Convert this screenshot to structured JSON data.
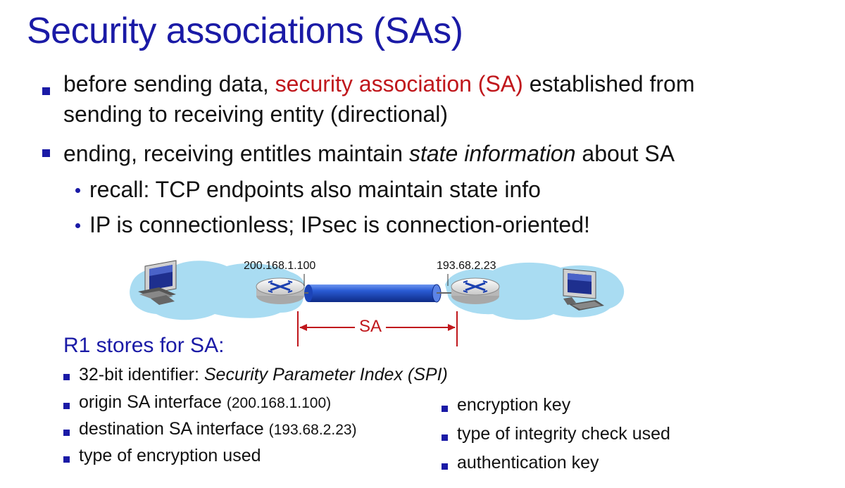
{
  "title": "Security associations (SAs)",
  "bullets": [
    {
      "pre": "before sending data, ",
      "highlight": "security association (SA)",
      "post": " established from",
      "line2": "sending to receiving entity  (directional)"
    },
    {
      "pre": "ending, receiving entitles maintain ",
      "italic": "state information",
      "post": " about SA"
    }
  ],
  "sub_bullets": [
    "recall: TCP endpoints also maintain state info",
    "IP is connectionless; IPsec is connection-oriented!"
  ],
  "diagram": {
    "left_ip": "200.168.1.100",
    "right_ip": "193.68.2.23",
    "sa_label": "SA"
  },
  "stores": {
    "title": "R1 stores for SA:",
    "left_items": [
      {
        "text": "32-bit identifier: ",
        "italic": "Security Parameter Index (SPI)"
      },
      {
        "text": "origin SA interface ",
        "small": "(200.168.1.100)"
      },
      {
        "text": "destination SA interface ",
        "small": "(193.68.2.23)"
      },
      {
        "text": "type of encryption used"
      }
    ],
    "right_items": [
      "encryption key",
      "type of integrity check used",
      "authentication key"
    ]
  },
  "colors": {
    "title": "#1a1aa6",
    "highlight": "#c0171c",
    "cloud": "#a9dcf2",
    "tunnel": "#1f4ec8"
  }
}
